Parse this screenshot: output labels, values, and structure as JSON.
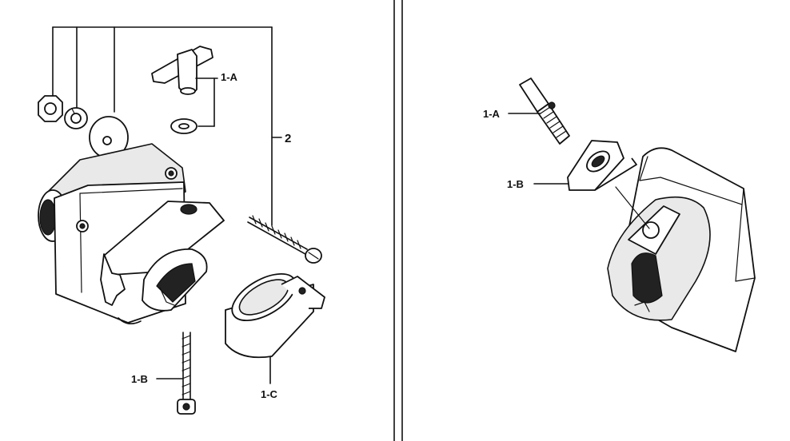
{
  "labels": {
    "left_1a": "1-A",
    "left_2": "2",
    "left_1b": "1-B",
    "left_1c": "1-C",
    "right_1a": "1-A",
    "right_1b": "1-B"
  }
}
